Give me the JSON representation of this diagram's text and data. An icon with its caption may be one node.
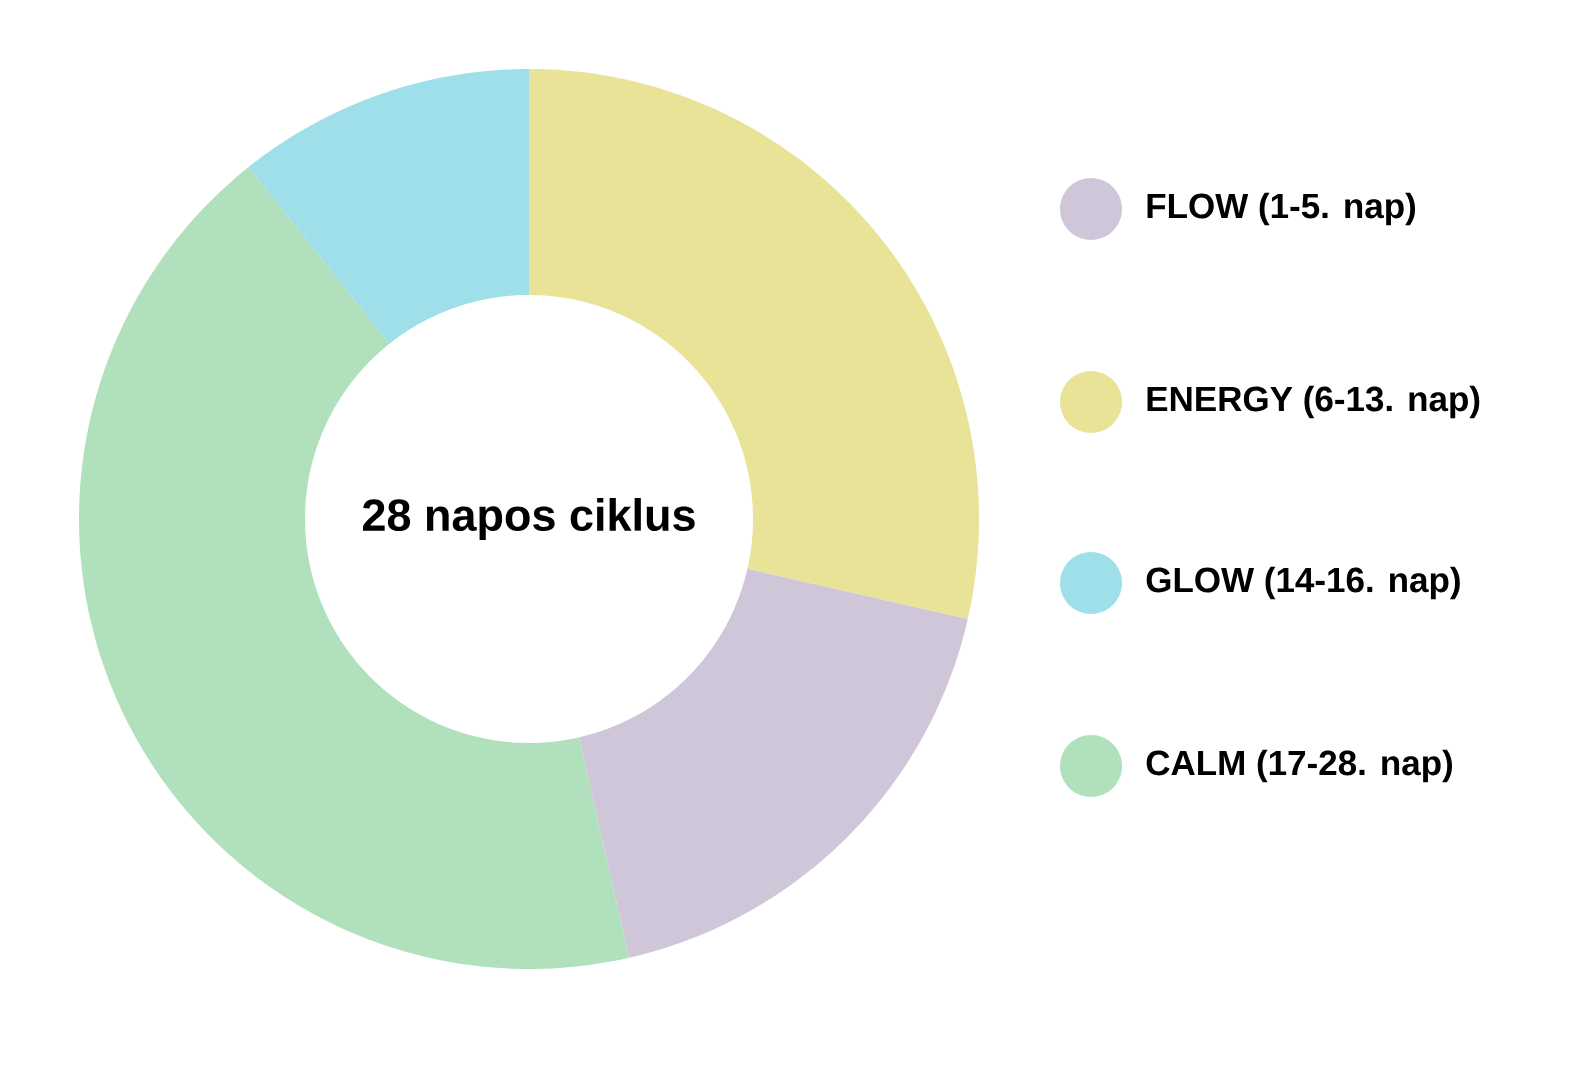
{
  "diagram": {
    "legend": [
      {
        "text": "FLOW (1-5. nap)",
        "color": "#cfc6da"
      },
      {
        "text": "ENERGY (6-13. nap)",
        "color": "#e8e397"
      },
      {
        "text": "GLOW (14-16. nap)",
        "color": "#9fdfe9"
      },
      {
        "text": "CALM (17-28. nap)",
        "color": "#b1e0bd"
      }
    ],
    "chart_data": {
      "type": "donut",
      "title": "28 napos ciklus",
      "values": [
        28.57,
        17.86,
        42.86,
        10.71
      ]
    }
  }
}
